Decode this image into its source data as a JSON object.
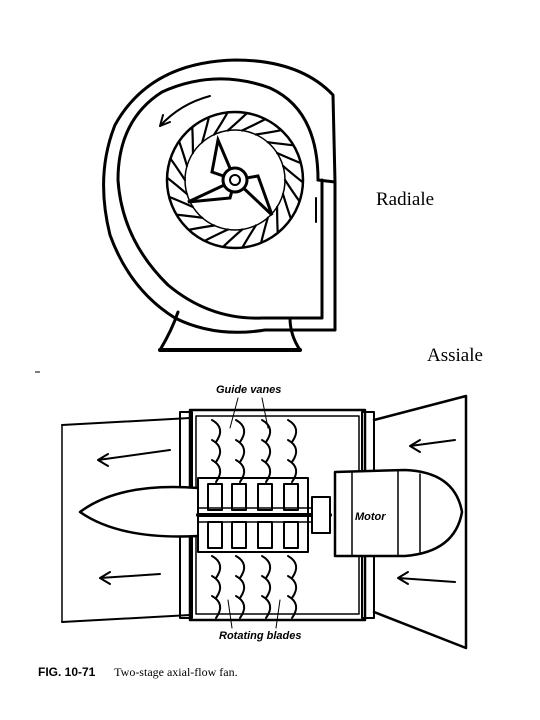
{
  "labels": {
    "radial": "Radiale",
    "axial": "Assiale"
  },
  "axial_fan": {
    "guide_vanes": "Guide vanes",
    "motor": "Motor",
    "rotating_blades": "Rotating blades"
  },
  "caption": {
    "figure_number": "FIG. 10-71",
    "text": "Two-stage axial-flow fan."
  }
}
